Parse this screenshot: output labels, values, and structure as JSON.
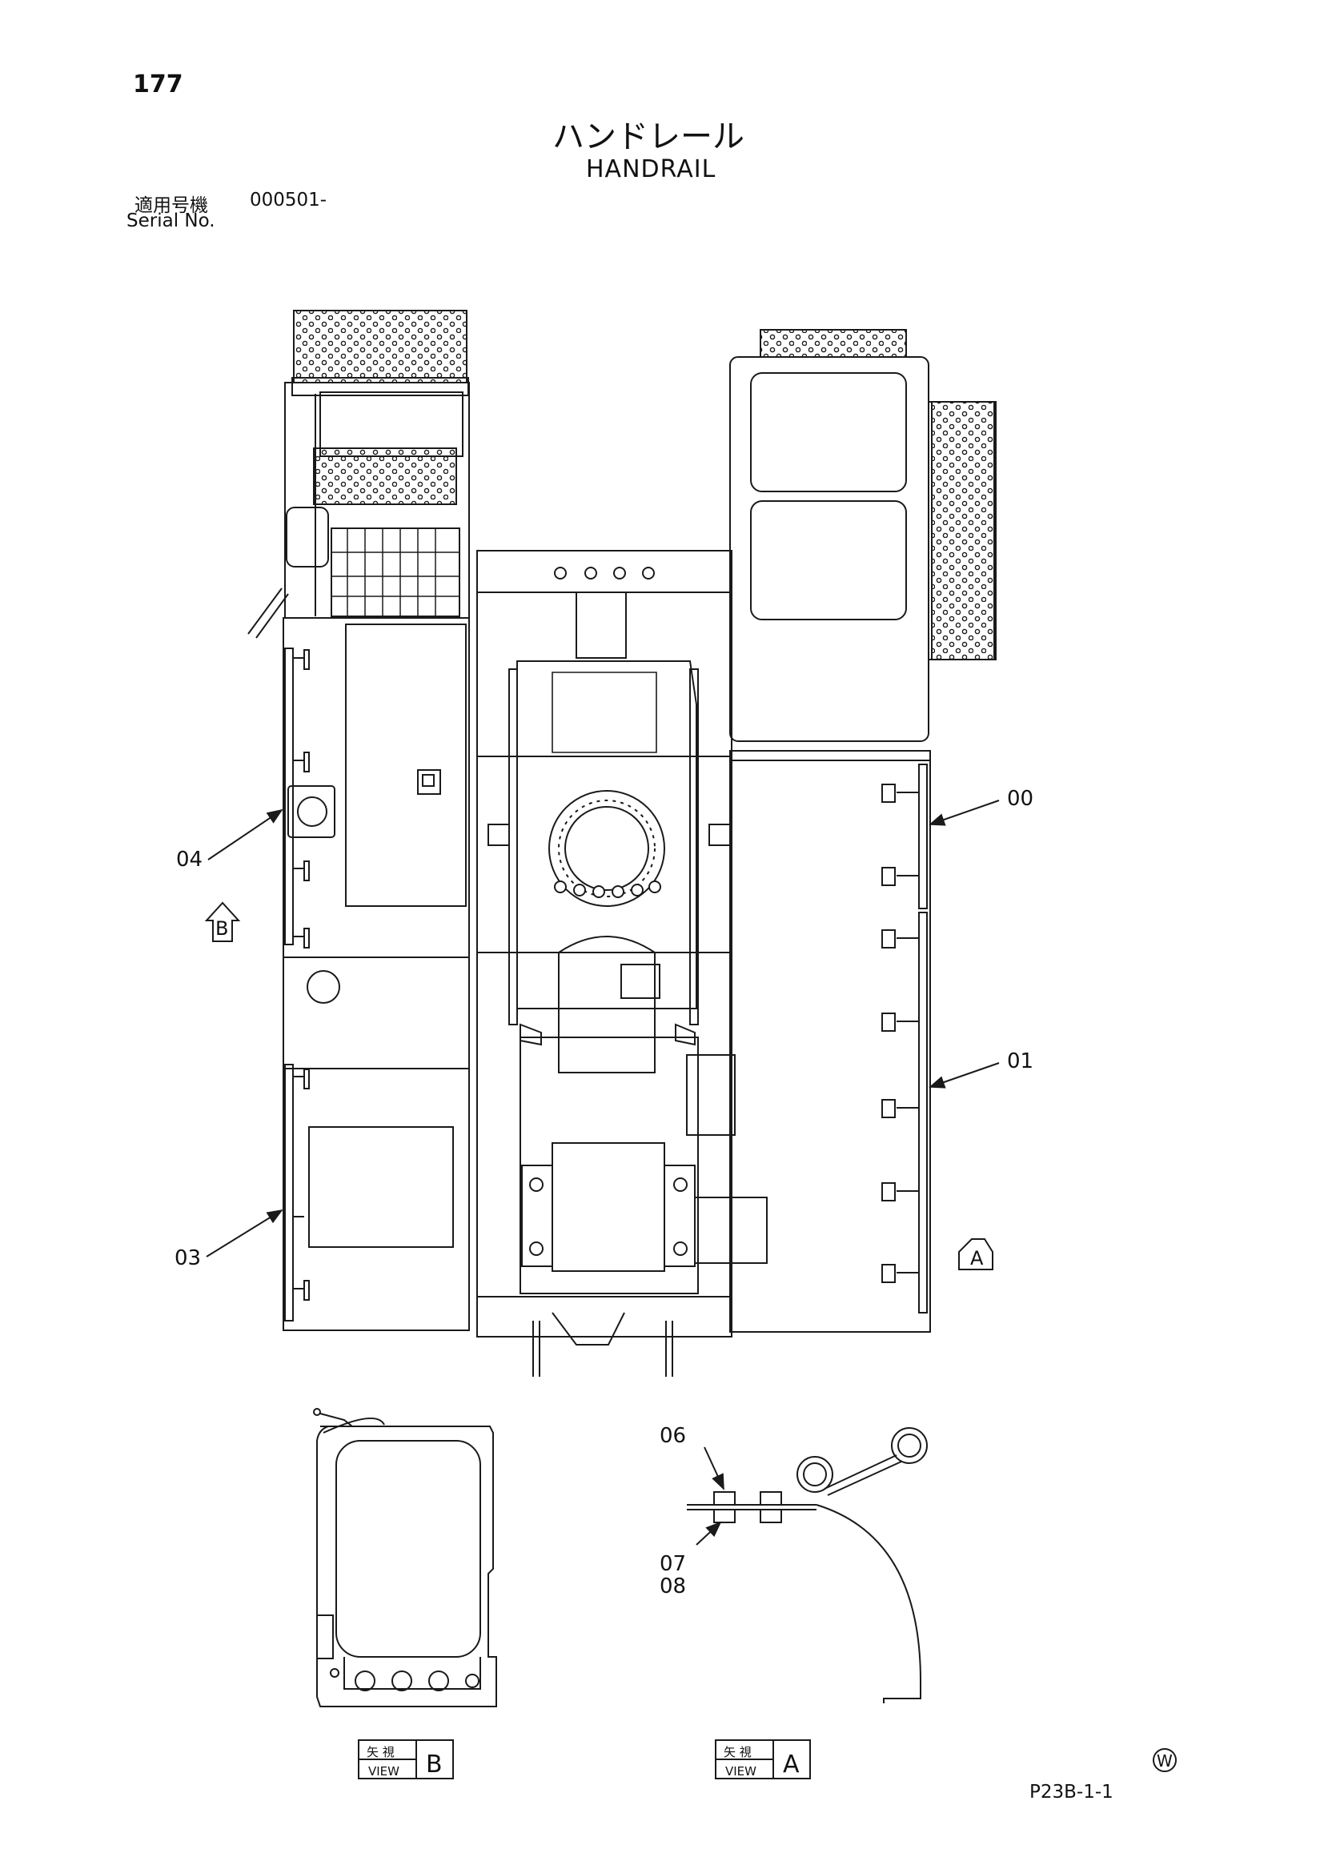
{
  "header": {
    "page_number": "177",
    "title_jp": "ハンドレール",
    "title_en": "HANDRAIL",
    "serial_label_jp": "適用号機",
    "serial_value": "000501-",
    "serial_label_en": "Serial No."
  },
  "callouts": {
    "c00": "00",
    "c01": "01",
    "c03": "03",
    "c04": "04",
    "c06": "06",
    "c07": "07",
    "c08": "08"
  },
  "view_markers": {
    "marker_a": "A",
    "marker_b": "B"
  },
  "view_labels": {
    "view_b": {
      "kanji": "矢 視",
      "word": "VIEW",
      "letter": "B"
    },
    "view_a": {
      "kanji": "矢 視",
      "word": "VIEW",
      "letter": "A"
    }
  },
  "footer": {
    "page_code": "P23B-1-1",
    "symbol": "W"
  }
}
